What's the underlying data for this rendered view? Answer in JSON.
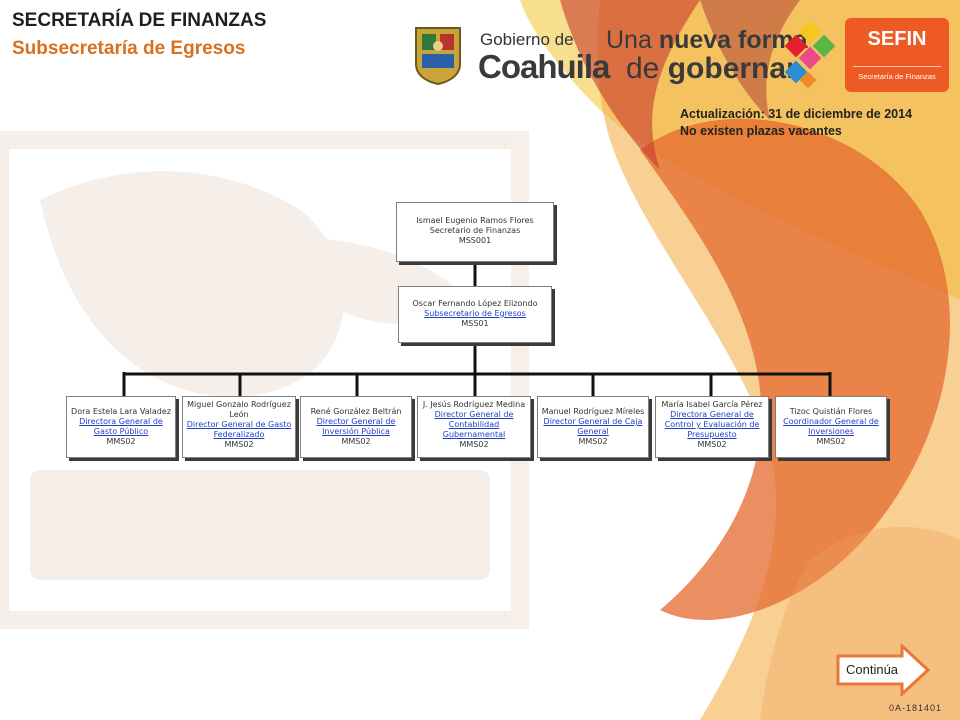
{
  "header": {
    "title": "SECRETARÍA DE FINANZAS",
    "subtitle": "Subsecretaría de Egresos",
    "update_line1": "Actualización: 31  de diciembre de 2014",
    "update_line2": "No existen plazas vacantes"
  },
  "logos": {
    "gobierno_de": "Gobierno de",
    "coahuila": "Coahuila",
    "slogan_light1": "Una ",
    "slogan_bold1": "nueva forma",
    "slogan_light2": "de ",
    "slogan_bold2": "gobernar",
    "sefin": "SEFIN",
    "sefin_sub": "Secretaría de Finanzas",
    "sefin_color": "#ee5a24"
  },
  "org": {
    "secretary": {
      "name": "Ismael Eugenio Ramos Flores",
      "title": "Secretario de Finanzas",
      "code": "MSS001"
    },
    "subsecretary": {
      "name": "Oscar Fernando López Elizondo",
      "title": "Subsecretario de Egresos",
      "code": "MSS01"
    },
    "directors": [
      {
        "name": "Dora Estela Lara Valadez",
        "title": "Directora General de Gasto Público",
        "code": "MMS02"
      },
      {
        "name": "Miguel Gonzalo Rodríguez León",
        "title": "Director General de Gasto Federalizado",
        "code": "MMS02"
      },
      {
        "name": "René González Beltrán",
        "title": "Director General de Inversión Pública",
        "code": "MMS02"
      },
      {
        "name": "J. Jesús Rodríguez Medina",
        "title": "Director General de Contabilidad Gubernamental",
        "code": "MMS02"
      },
      {
        "name": "Manuel Rodríguez Míreles",
        "title": "Director General de Caja General",
        "code": "MMS02"
      },
      {
        "name": "María Isabel García Pérez",
        "title": "Directora General de Control y Evaluación de Presupuesto",
        "code": "MMS02"
      },
      {
        "name": "Tizoc Quistián Flores",
        "title": "Coordinador General de Inversiones",
        "code": "MMS02"
      }
    ]
  },
  "footer": {
    "next_label": "Continúa",
    "code": "0A-181401"
  },
  "colors": {
    "accent_orange": "#d8701e",
    "link_blue": "#1f3fc4"
  }
}
